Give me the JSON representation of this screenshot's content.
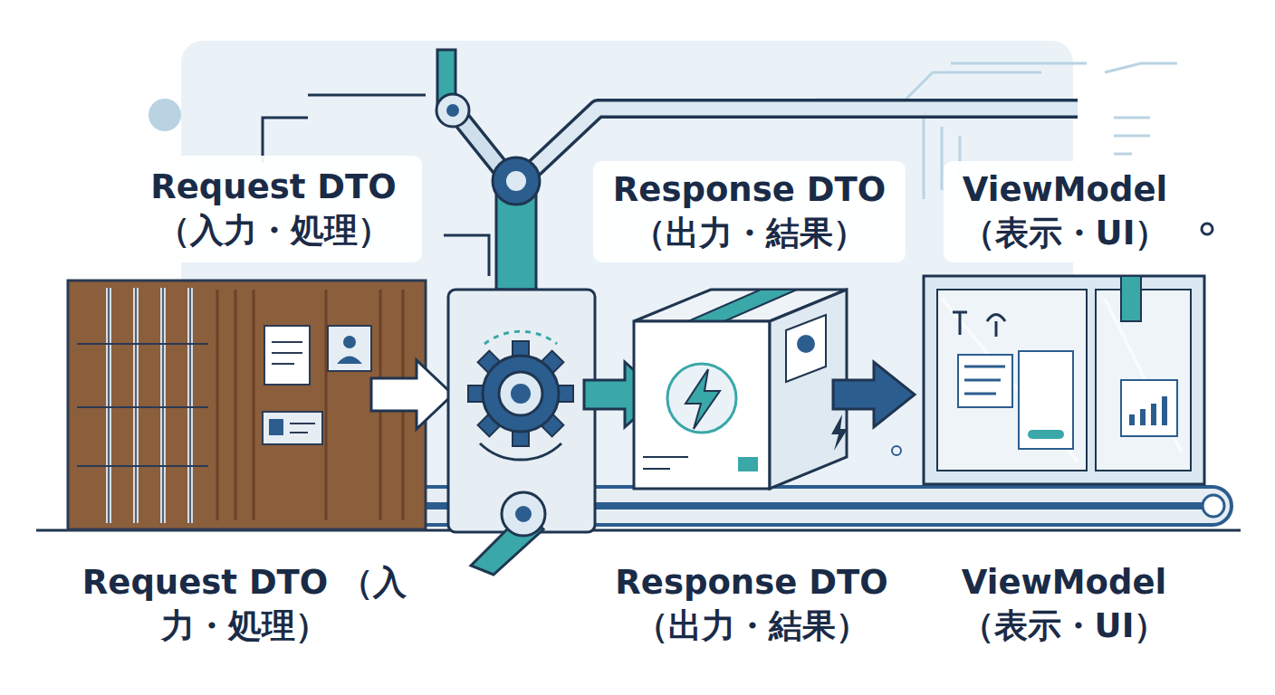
{
  "diagram": {
    "nodes": [
      {
        "text": [
          "Request DTO （入力・処理）"
        ]
      },
      {
        "text": [
          "Response DTO （出力・結果）"
        ]
      },
      {
        "text": [
          "ViewModel （表示・UI）"
        ]
      }
    ],
    "labels": [
      "Request DTO （入力・処理）",
      "Response DTO （出力・結果）",
      "ViewModel （表示・UI）"
    ]
  }
}
